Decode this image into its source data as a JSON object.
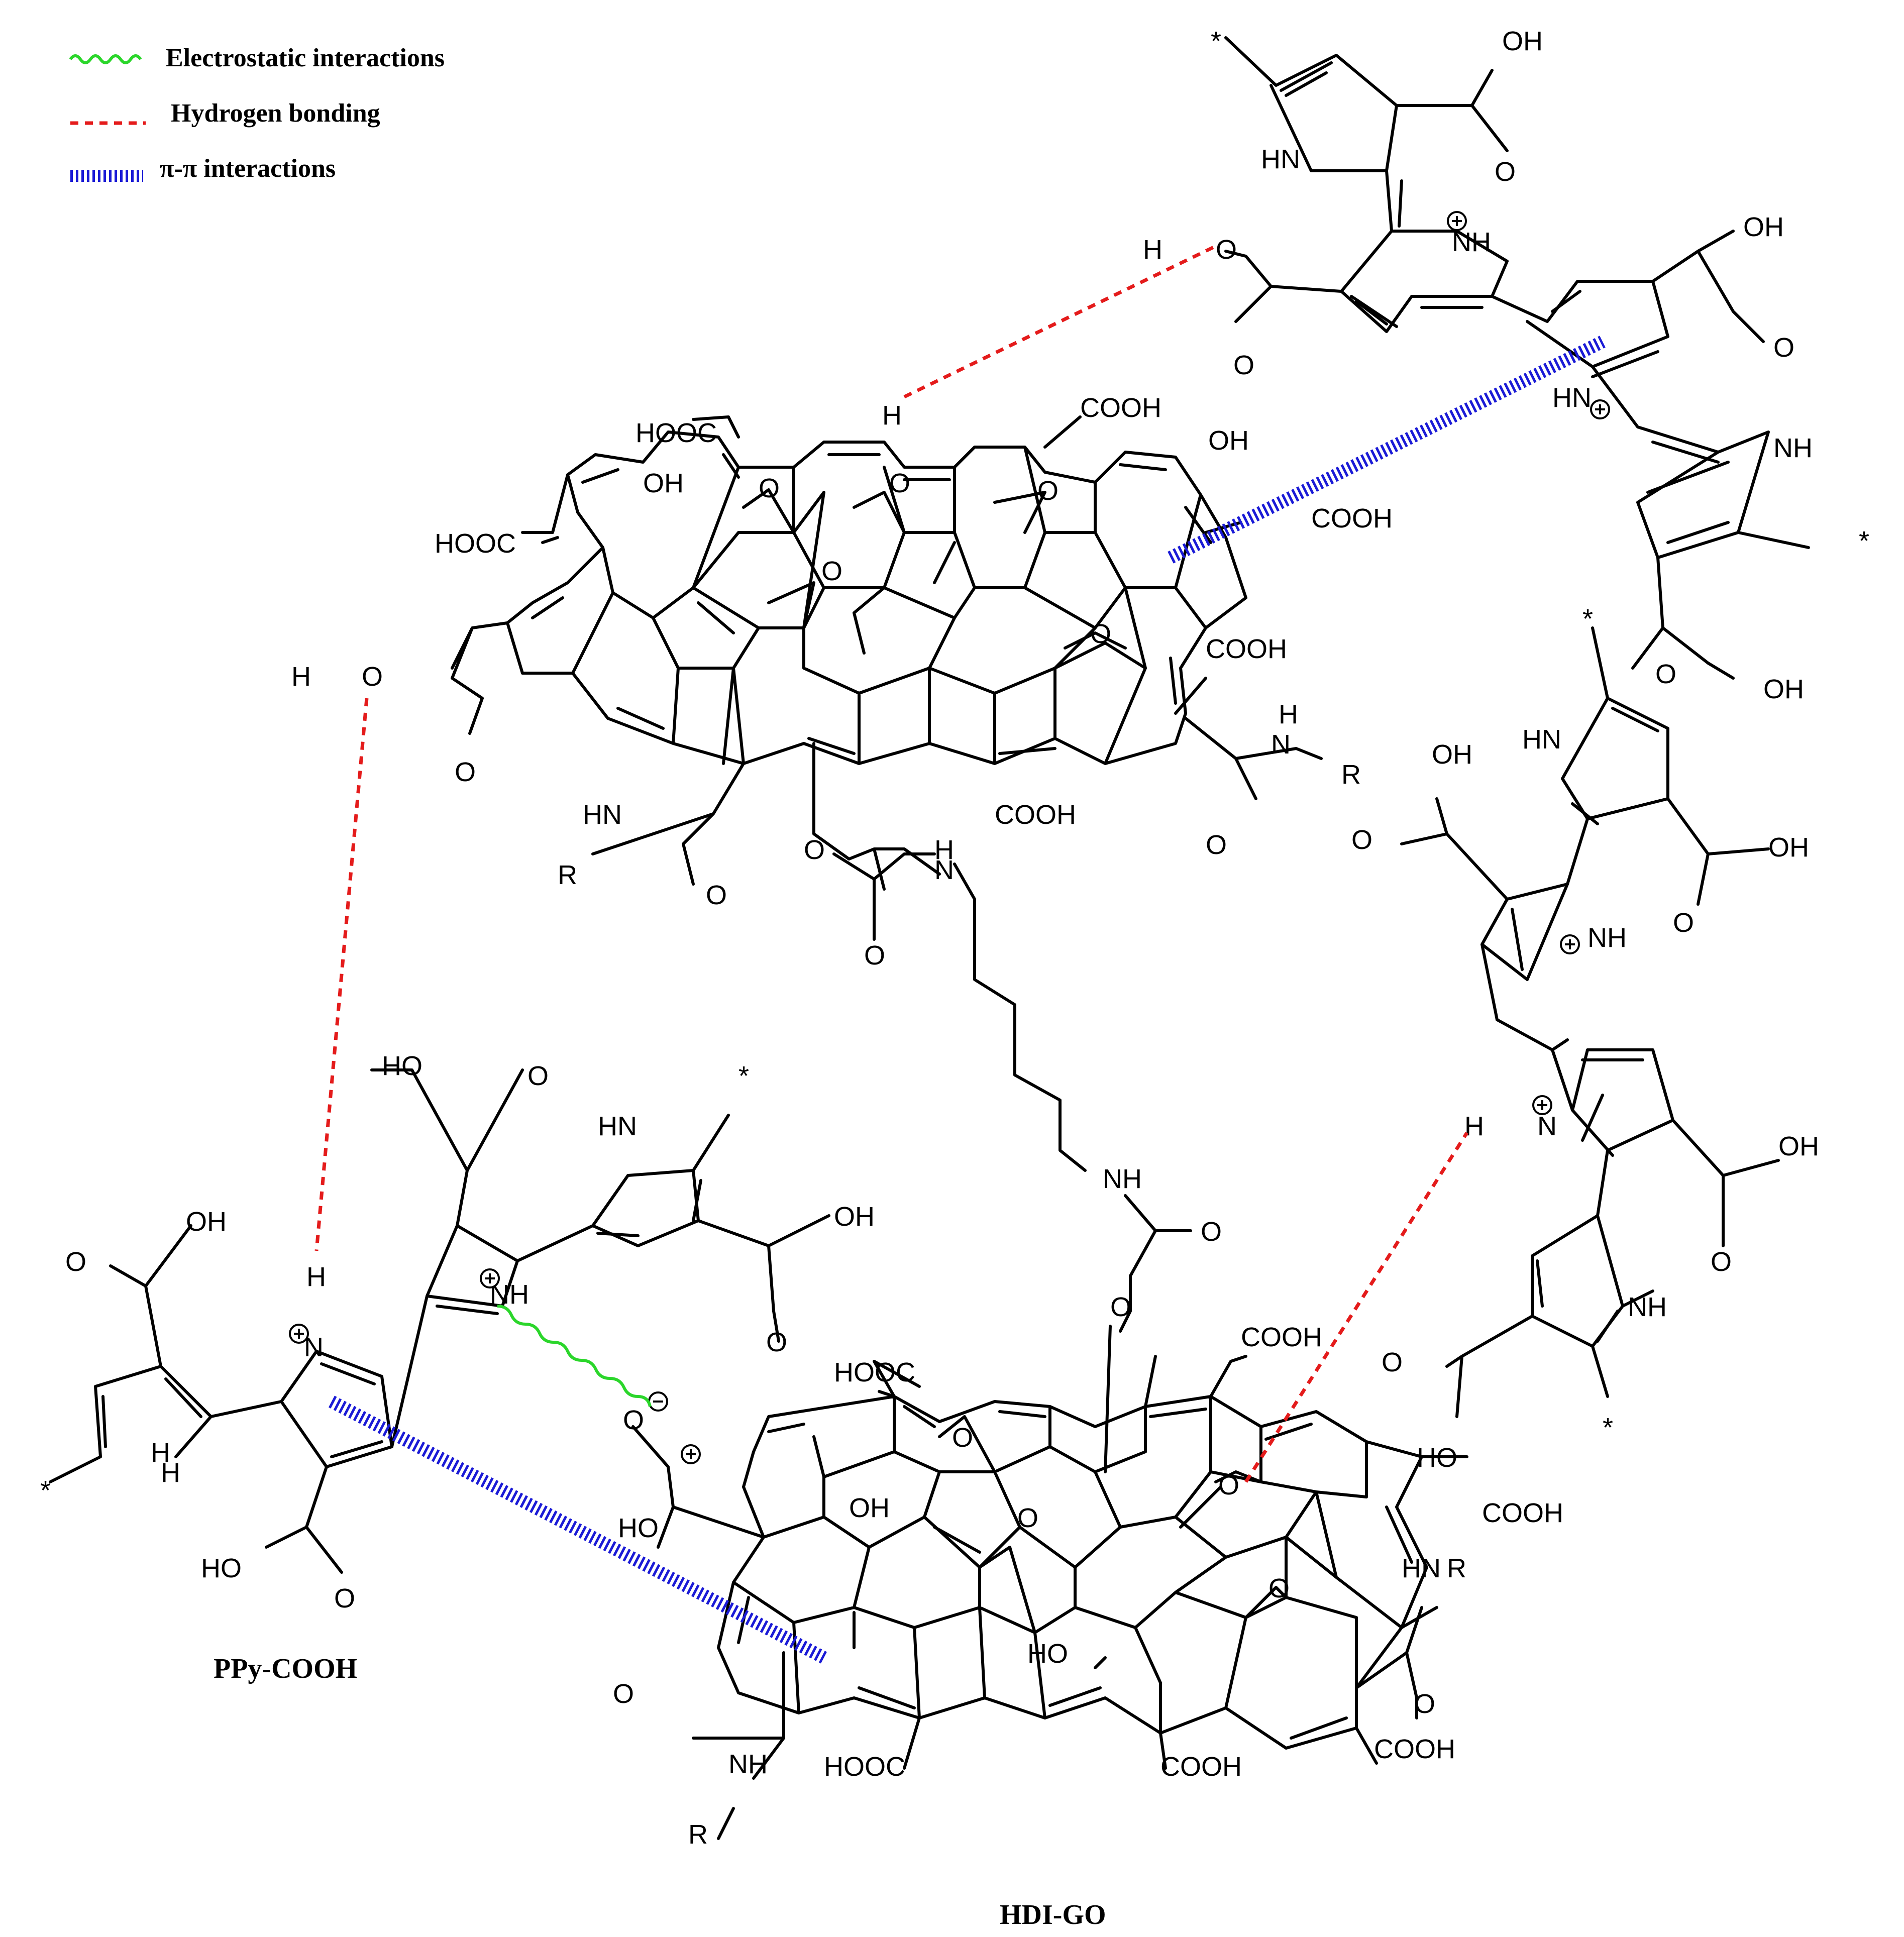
{
  "legend": {
    "electrostatic": {
      "label": "Electrostatic interactions",
      "color": "#2bd62b"
    },
    "hydrogen": {
      "label": "Hydrogen bonding",
      "color": "#e41b1b"
    },
    "pipi": {
      "label": "π-π  interactions",
      "color": "#1a1ad6"
    }
  },
  "captions": {
    "ppy": "PPy-COOH",
    "hdi_go": "HDI-GO"
  },
  "labels": {
    "cooh": "COOH",
    "hooc": "HOOC",
    "oh": "OH",
    "ho": "HO",
    "o": "O",
    "h": "H",
    "hn": "HN",
    "nh": "NH",
    "n": "N",
    "r": "R",
    "star": "*",
    "plus": "+",
    "minus": "−"
  }
}
